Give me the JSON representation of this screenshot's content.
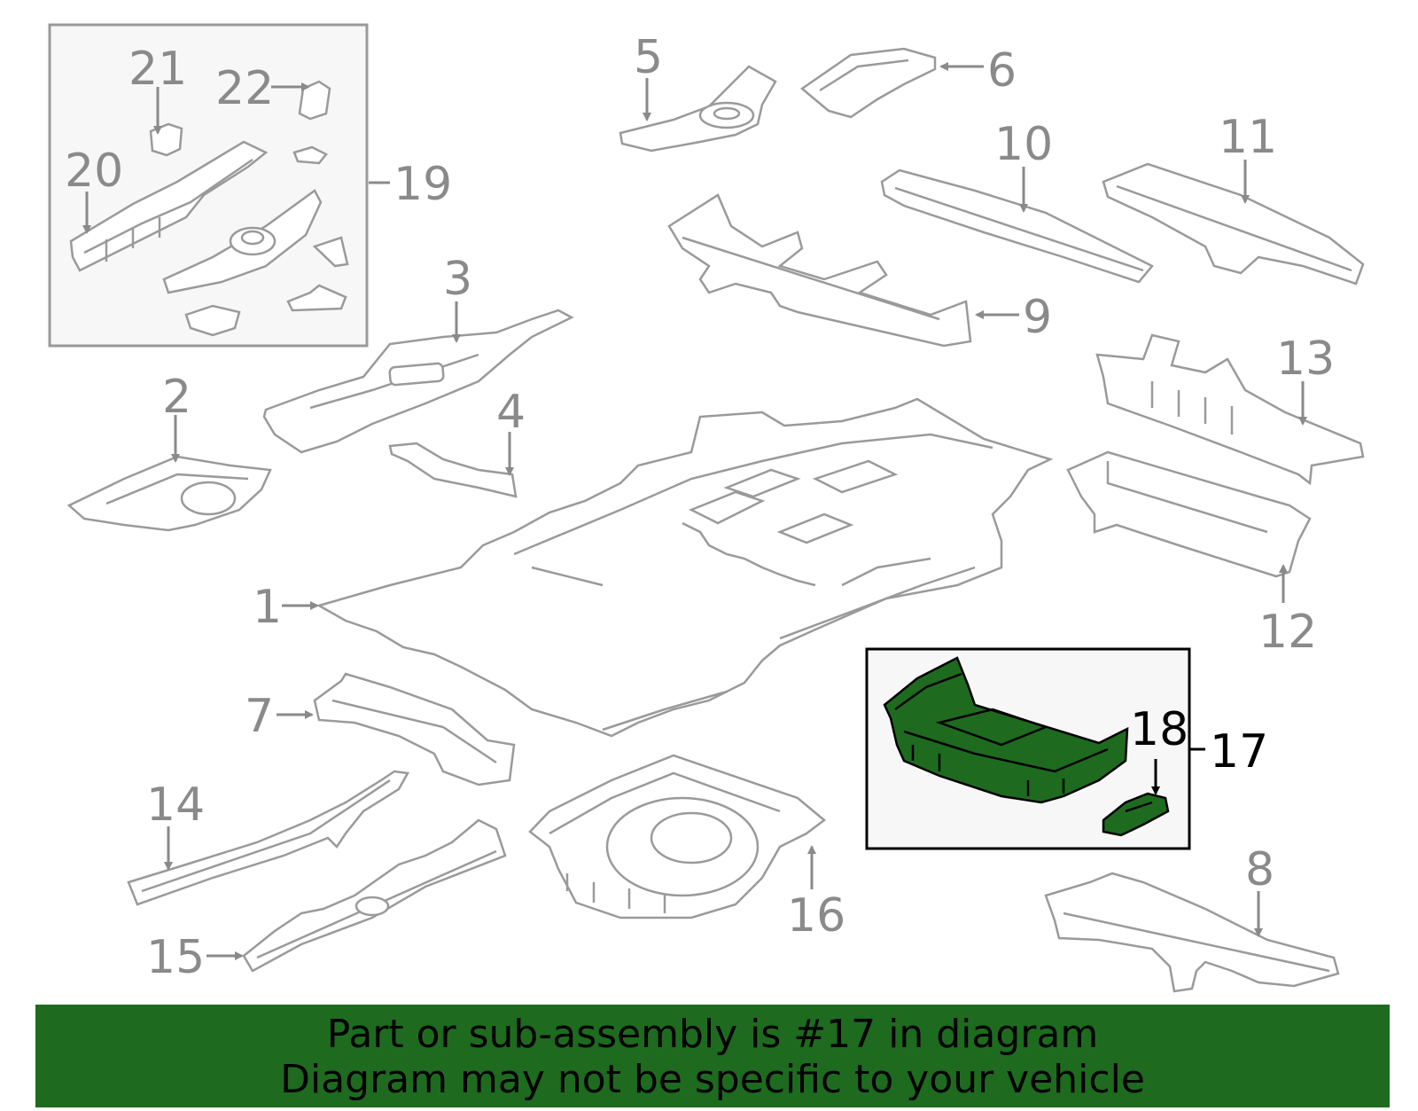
{
  "diagram": {
    "callouts": {
      "c1": "1",
      "c2": "2",
      "c3": "3",
      "c4": "4",
      "c5": "5",
      "c6": "6",
      "c7": "7",
      "c8": "8",
      "c9": "9",
      "c10": "10",
      "c11": "11",
      "c12": "12",
      "c13": "13",
      "c14": "14",
      "c15": "15",
      "c16": "16",
      "c17": "17",
      "c18": "18",
      "c19": "19",
      "c20": "20",
      "c21": "21",
      "c22": "22"
    },
    "highlighted_part": "17",
    "colors": {
      "line": "#9a9a9a",
      "label": "#8a8a8a",
      "highlight_fill": "#1e6b1f",
      "highlight_label": "#000000",
      "inset_bg": "#f7f7f7",
      "banner_bg": "#1e6b1f"
    }
  },
  "banner": {
    "line1": "Part or sub-assembly is #17 in diagram",
    "line2": "Diagram may not be specific to your vehicle"
  }
}
